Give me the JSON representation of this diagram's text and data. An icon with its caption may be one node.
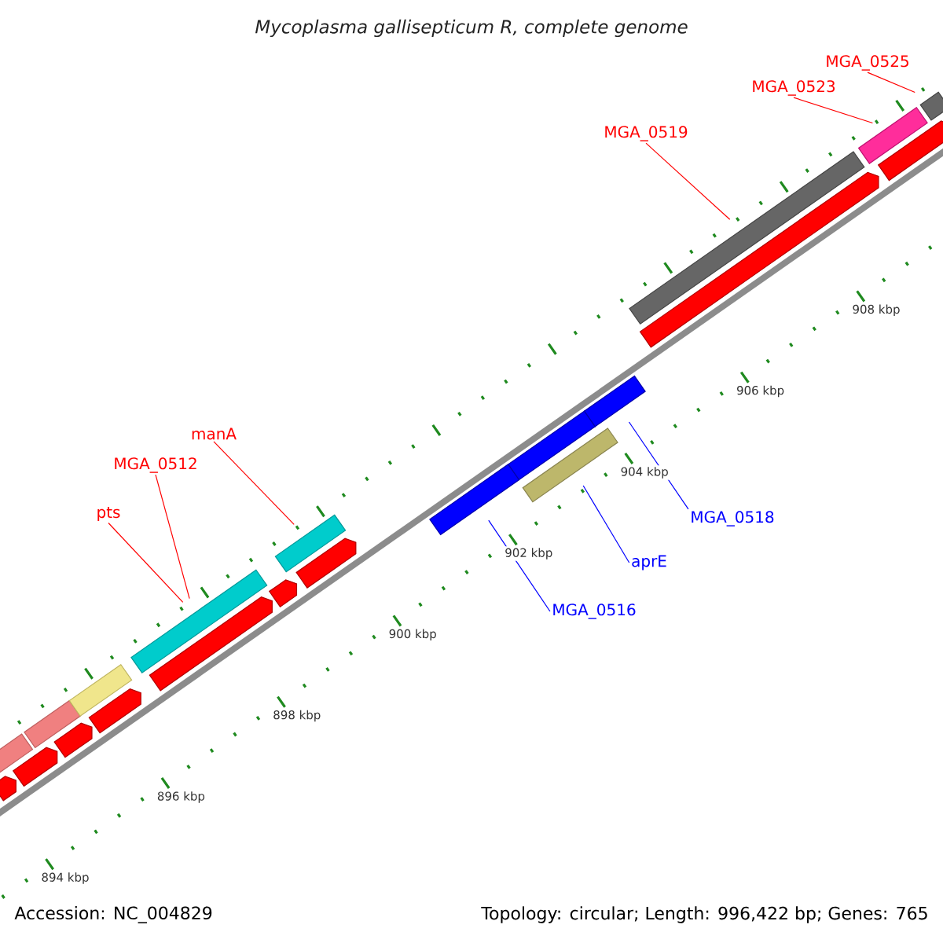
{
  "diagram": {
    "title": "Mycoplasma gallisepticum R, complete genome",
    "nodes": [
      {
        "text": [
          "MGA_0525"
        ]
      },
      {
        "text": [
          "MGA_0523"
        ]
      },
      {
        "text": [
          "MGA_0519"
        ]
      },
      {
        "text": [
          "manA"
        ]
      },
      {
        "text": [
          "MGA_0512"
        ]
      },
      {
        "text": [
          "pts"
        ]
      },
      {
        "text": [
          "MGA_0518"
        ]
      },
      {
        "text": [
          "aprE"
        ]
      },
      {
        "text": [
          "MGA_0516"
        ]
      },
      {
        "text": [],
        "shape": "bar"
      },
      {
        "text": [],
        "shape": "bar"
      },
      {
        "text": [],
        "shape": "bar"
      },
      {
        "text": [],
        "shape": "bar"
      },
      {
        "text": [],
        "shape": "bar"
      },
      {
        "text": [],
        "shape": "bar"
      },
      {
        "text": [],
        "shape": "bar"
      },
      {
        "text": [],
        "shape": "bar"
      },
      {
        "text": [],
        "shape": "pentagon"
      },
      {
        "text": [],
        "shape": "pentagon"
      },
      {
        "text": [],
        "shape": "pentagon"
      },
      {
        "text": [],
        "shape": "pentagon"
      },
      {
        "text": [],
        "shape": "pentagon"
      },
      {
        "text": [],
        "shape": "pentagon"
      },
      {
        "text": [],
        "shape": "pentagon"
      },
      {
        "text": [],
        "shape": "pentagon"
      },
      {
        "text": [],
        "shape": "pentagon"
      },
      {
        "text": [],
        "shape": "bar"
      },
      {
        "text": [],
        "shape": "bar"
      },
      {
        "text": [],
        "shape": "bar"
      },
      {
        "text": [],
        "shape": "bar"
      }
    ],
    "edges": [
      {
        "from": 0,
        "to": 16,
        "arrow": "none"
      },
      {
        "from": 1,
        "to": 15,
        "arrow": "none"
      },
      {
        "from": 2,
        "to": 14,
        "arrow": "none"
      },
      {
        "from": 3,
        "to": 10,
        "arrow": "none"
      },
      {
        "from": 4,
        "to": 9,
        "arrow": "none"
      },
      {
        "from": 5,
        "to": 9,
        "arrow": "none"
      },
      {
        "from": 6,
        "to": 13,
        "arrow": "none",
        "color": "#0000ff"
      },
      {
        "from": 7,
        "to": 12,
        "arrow": "none",
        "color": "#0000ff"
      },
      {
        "from": 8,
        "to": 11,
        "arrow": "none",
        "color": "#0000ff"
      }
    ],
    "labels": [
      "908 kbp",
      "906 kbp",
      "904 kbp",
      "902 kbp",
      "900 kbp",
      "898 kbp",
      "896 kbp",
      "894 kbp",
      "Accession: NC_004829",
      "Topology: circular; Length: 996,422 bp; Genes: 765"
    ]
  }
}
